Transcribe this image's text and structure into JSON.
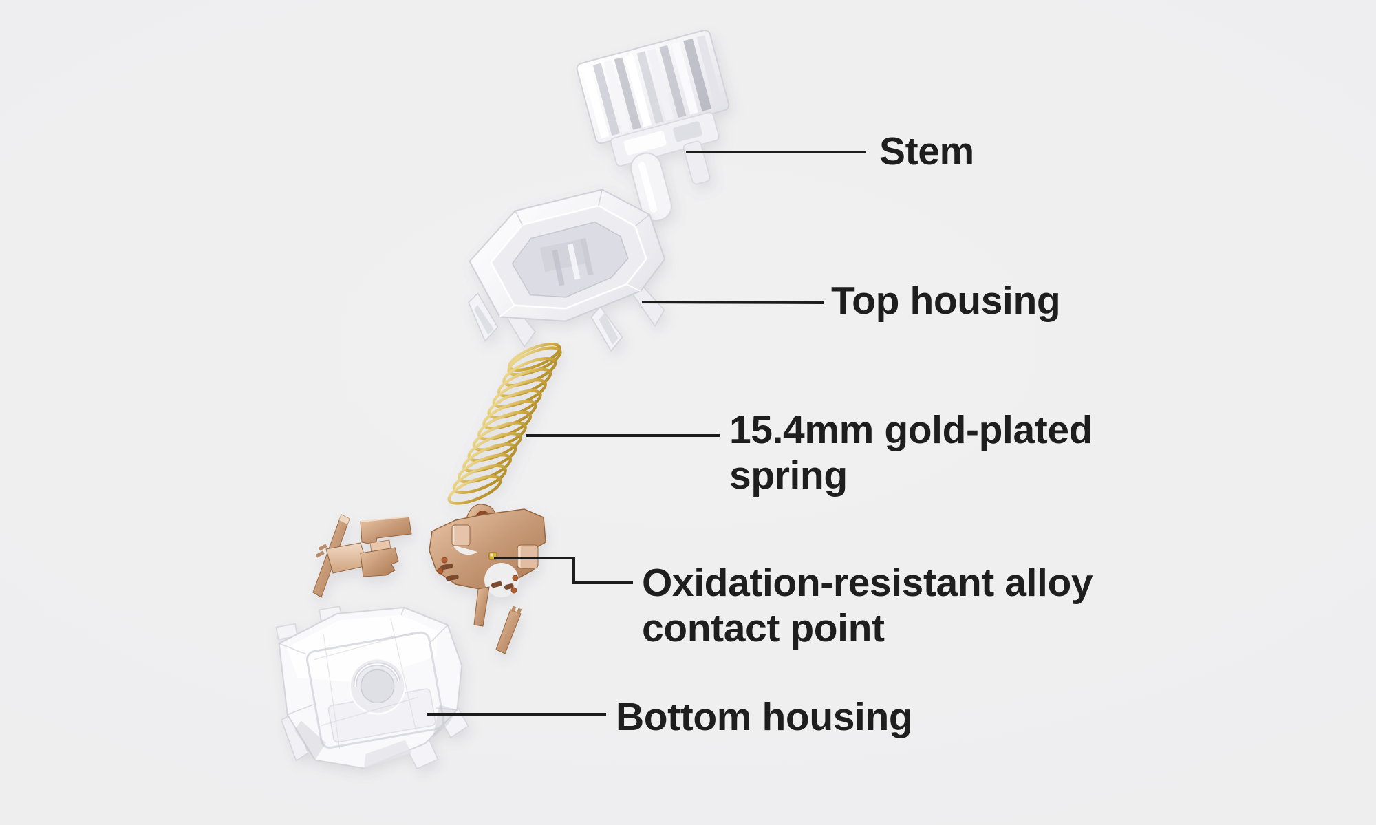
{
  "page": {
    "background_color": "#eeeeef",
    "text_color": "#1e1e1f",
    "leader_line_color": "#1c1c1c"
  },
  "diagram": {
    "subject": "mechanical keyboard switch exploded view",
    "labels": {
      "stem": "Stem",
      "top_housing": "Top housing",
      "spring": "15.4mm gold-plated\nspring",
      "contact": "Oxidation-resistant alloy\ncontact point",
      "bottom_housing": "Bottom housing"
    },
    "parts": [
      {
        "name": "stem",
        "appearance": "clear transparent plastic",
        "color": "#f4f4f7"
      },
      {
        "name": "top-housing",
        "appearance": "clear transparent plastic",
        "color": "#f4f4f7"
      },
      {
        "name": "spring",
        "appearance": "gold-plated coil spring",
        "color": "#cda94a"
      },
      {
        "name": "contact-leaves",
        "appearance": "copper alloy contacts",
        "color": "#c79a77"
      },
      {
        "name": "contact-point-dot",
        "appearance": "gold contact pad",
        "color": "#d8b23c"
      },
      {
        "name": "bottom-housing",
        "appearance": "clear transparent plastic",
        "color": "#f7f7fa"
      }
    ]
  }
}
